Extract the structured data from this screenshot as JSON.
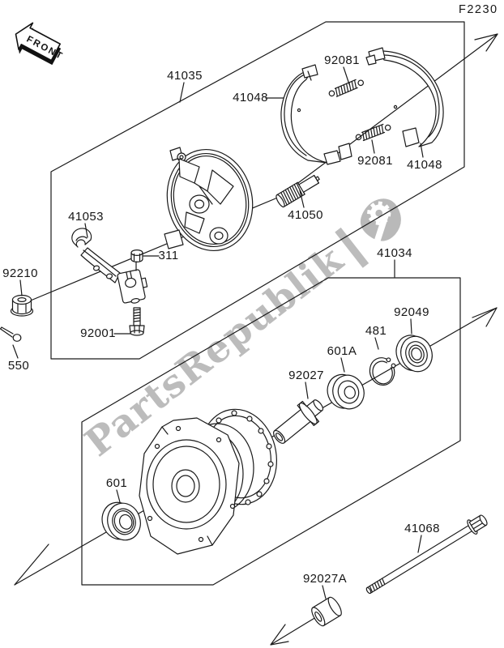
{
  "page": {
    "code": "F2230",
    "front_label": "FRONT",
    "background": "#ffffff",
    "line_color": "#1a1a1a",
    "label_color": "#161616"
  },
  "watermark": {
    "text": "PartsRepublik",
    "bar": "|",
    "color": "#bcbcbc"
  },
  "labels": [
    {
      "part": "41035",
      "text": "41035"
    },
    {
      "part": "92081",
      "text": "92081"
    },
    {
      "part": "41048",
      "text": "41048"
    },
    {
      "part": "92081",
      "text": "92081"
    },
    {
      "part": "41048",
      "text": "41048"
    },
    {
      "part": "41050",
      "text": "41050"
    },
    {
      "part": "41053",
      "text": "41053"
    },
    {
      "part": "311",
      "text": "311"
    },
    {
      "part": "92210",
      "text": "92210"
    },
    {
      "part": "92001",
      "text": "92001"
    },
    {
      "part": "550",
      "text": "550"
    },
    {
      "part": "41034",
      "text": "41034"
    },
    {
      "part": "92049",
      "text": "92049"
    },
    {
      "part": "481",
      "text": "481"
    },
    {
      "part": "601A",
      "text": "601A"
    },
    {
      "part": "92027",
      "text": "92027"
    },
    {
      "part": "601",
      "text": "601"
    },
    {
      "part": "41068",
      "text": "41068"
    },
    {
      "part": "92027A",
      "text": "92027A"
    }
  ]
}
